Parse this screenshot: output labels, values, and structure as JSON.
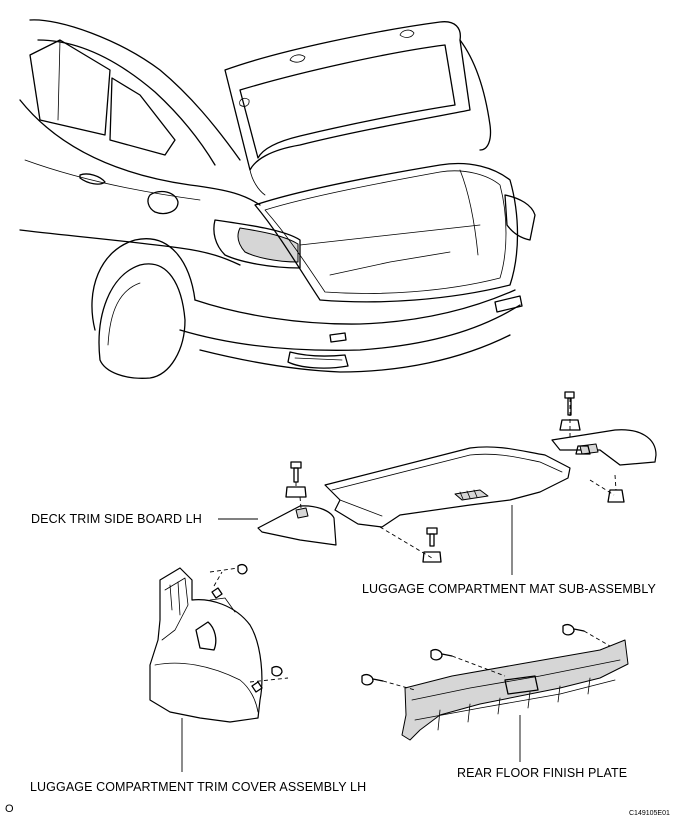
{
  "labels": {
    "deck_trim_side_board_lh": "DECK TRIM SIDE BOARD LH",
    "luggage_compartment_mat_sub_assembly": "LUGGAGE COMPARTMENT MAT SUB-ASSEMBLY",
    "luggage_compartment_trim_cover_assembly_lh": "LUGGAGE COMPARTMENT TRIM COVER ASSEMBLY LH",
    "rear_floor_finish_plate": "REAR FLOOR FINISH PLATE"
  },
  "corner_mark": "O",
  "figure_code": "C149105E01"
}
